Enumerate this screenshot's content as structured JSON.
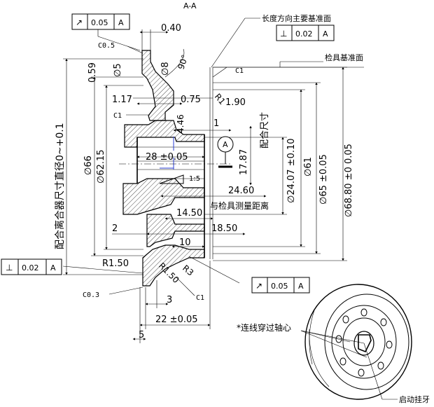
{
  "section_title": "A-A",
  "datum_labels": {
    "primary_length_datum": "长度方向主要基准面",
    "gauge_datum": "检具基准面"
  },
  "fcf": {
    "top_runout": {
      "symbol": "↗",
      "value": "0.05",
      "datum": "A"
    },
    "top_perp": {
      "symbol": "⊥",
      "value": "0.02",
      "datum": "A"
    },
    "left_perp": {
      "symbol": "⊥",
      "value": "0.02",
      "datum": "A"
    },
    "bottom_runout": {
      "symbol": "↗",
      "value": "0.05",
      "datum": "A"
    }
  },
  "datum_marker": "A",
  "dims": {
    "d040": "0.40",
    "c05": "C0.5",
    "c1_top": "C1",
    "c1_left": "C1",
    "c1_bottom": "C1",
    "c03": "C0.3",
    "d059": "0.59",
    "phi5": "∅5",
    "phi8": "∅8",
    "deg90": "90°",
    "d117": "1.17",
    "d075": "0.75",
    "r1": "R1",
    "d190": "1.90",
    "d446": "4.46",
    "d1": "1",
    "d28": "28 ±0.05",
    "taper": "1:5",
    "d1787": "17.87",
    "fit_size": "配合尺寸",
    "fit_size_left": "配合离合器尺寸直径0~+0.1",
    "phi66": "∅66",
    "phi6215": "∅62.15",
    "phi2407": "∅24.07 ±0.10",
    "phi61": "∅61",
    "phi65": "∅65 ±0.05",
    "phi6880": "∅68.80 ±0 0.05",
    "d2460": "24.60",
    "gauge_dist": "与检具测量距离",
    "d1450": "14.50",
    "d2": "2",
    "d1850": "18.50",
    "d10": "10",
    "r150_a": "R1.50",
    "r150_b": "R1.50",
    "r3": "R3",
    "d3": "3",
    "d22": "22 ±0.05",
    "d5": "5"
  },
  "notes": {
    "wire_note": "*连线穿过轴心",
    "start_tooth": "启动挂牙"
  }
}
